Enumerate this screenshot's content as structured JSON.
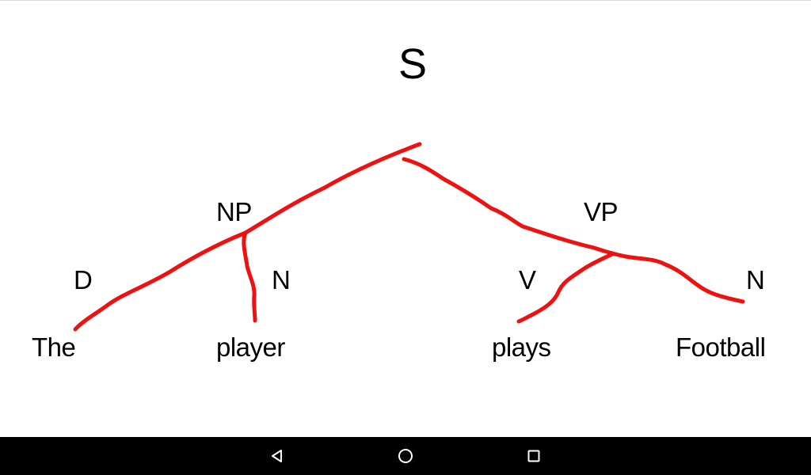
{
  "tree": {
    "root_label": "S",
    "labels": {
      "np": "NP",
      "vp": "VP",
      "d": "D",
      "n_subject": "N",
      "v": "V",
      "n_object": "N"
    },
    "words": {
      "w1": "The",
      "w2": "player",
      "w3": "plays",
      "w4": "Football"
    },
    "stroke_color": "#ee1111",
    "text_color": "#000000"
  },
  "navbar": {
    "background": "#000000",
    "buttons": [
      {
        "name": "back",
        "icon": "triangle-back-icon"
      },
      {
        "name": "home",
        "icon": "circle-home-icon"
      },
      {
        "name": "recents",
        "icon": "square-recents-icon"
      }
    ]
  }
}
